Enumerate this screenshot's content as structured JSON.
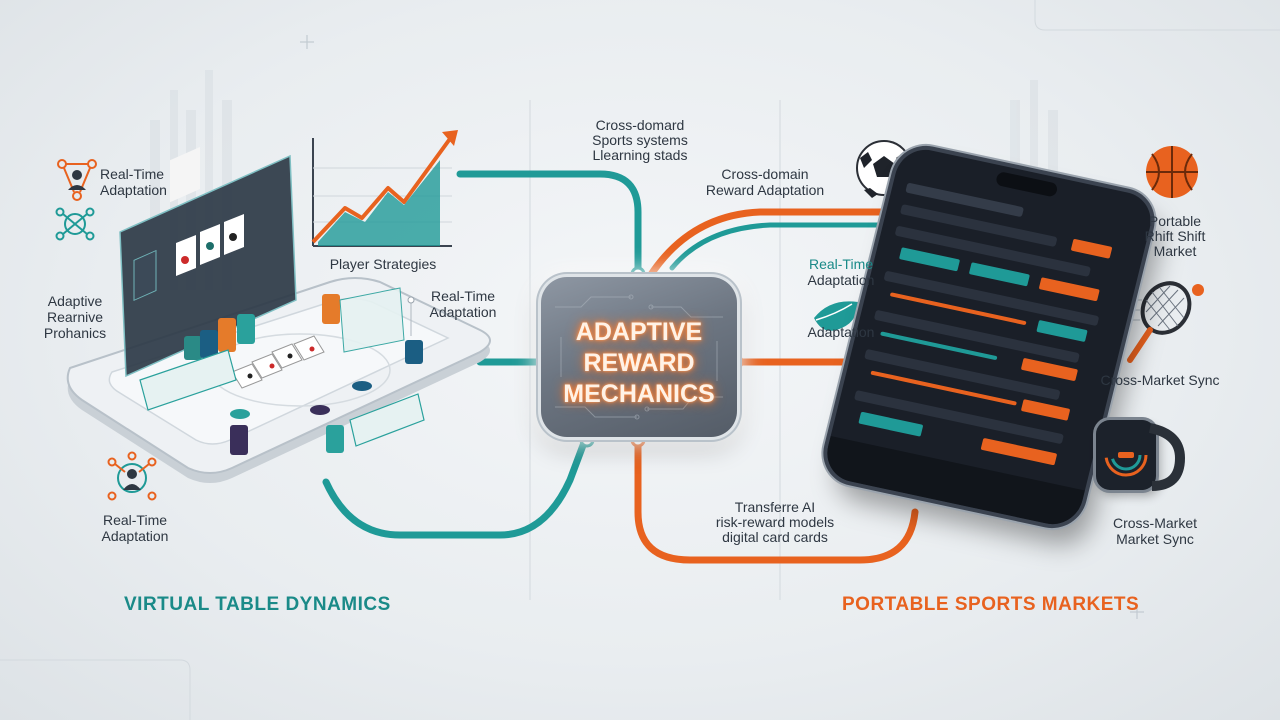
{
  "hub": {
    "line1": "ADAPTIVE",
    "line2": "REWARD",
    "line3": "MECHANICS"
  },
  "left": {
    "section_title": "VIRTUAL TABLE DYNAMICS",
    "label_realtime_top_1": "Real-Time",
    "label_realtime_top_2": "Adaptation",
    "label_adaptive_1": "Adaptive",
    "label_adaptive_2": "Rearnive",
    "label_adaptive_3": "Prohanics",
    "label_player_strategies": "Player Strategies",
    "label_realtime_mid_1": "Real-Time",
    "label_realtime_mid_2": "Adaptation",
    "label_realtime_bottom_1": "Real-Time",
    "label_realtime_bottom_2": "Adaptation"
  },
  "top": {
    "cross_sports_1": "Cross-domard",
    "cross_sports_2": "Sports systems",
    "cross_sports_3": "Llearning stads",
    "cross_reward_1": "Cross-domain",
    "cross_reward_2": "Reward Adaptation"
  },
  "middle_right": {
    "realtime_1": "Real-Time",
    "realtime_2": "Adaptation",
    "adaptation": "Adaptation"
  },
  "bottom": {
    "transfer_1": "Transferre AI",
    "transfer_2": "risk-reward models",
    "transfer_3": "digital card cards"
  },
  "right": {
    "section_title": "PORTABLE SPORTS MARKETS",
    "portable_1": "Portable",
    "portable_2": "Rhift Shift",
    "portable_3": "Market",
    "cross_market_sync": "Cross-Market Sync",
    "cross_market_bottom_1": "Cross-Market",
    "cross_market_bottom_2": "Market Sync"
  },
  "colors": {
    "teal": "#1a8a88",
    "orange": "#e8621f",
    "hub_glow": "#ff8a3d",
    "dark_ui": "#1a1f28"
  },
  "icons": [
    "network-person-icon",
    "network-hex-icon",
    "growth-chart-icon",
    "soccer-ball-icon",
    "basketball-icon",
    "tennis-racket-icon",
    "smartwatch-icon",
    "leaf-badge-icon",
    "arrow-right-icon"
  ]
}
